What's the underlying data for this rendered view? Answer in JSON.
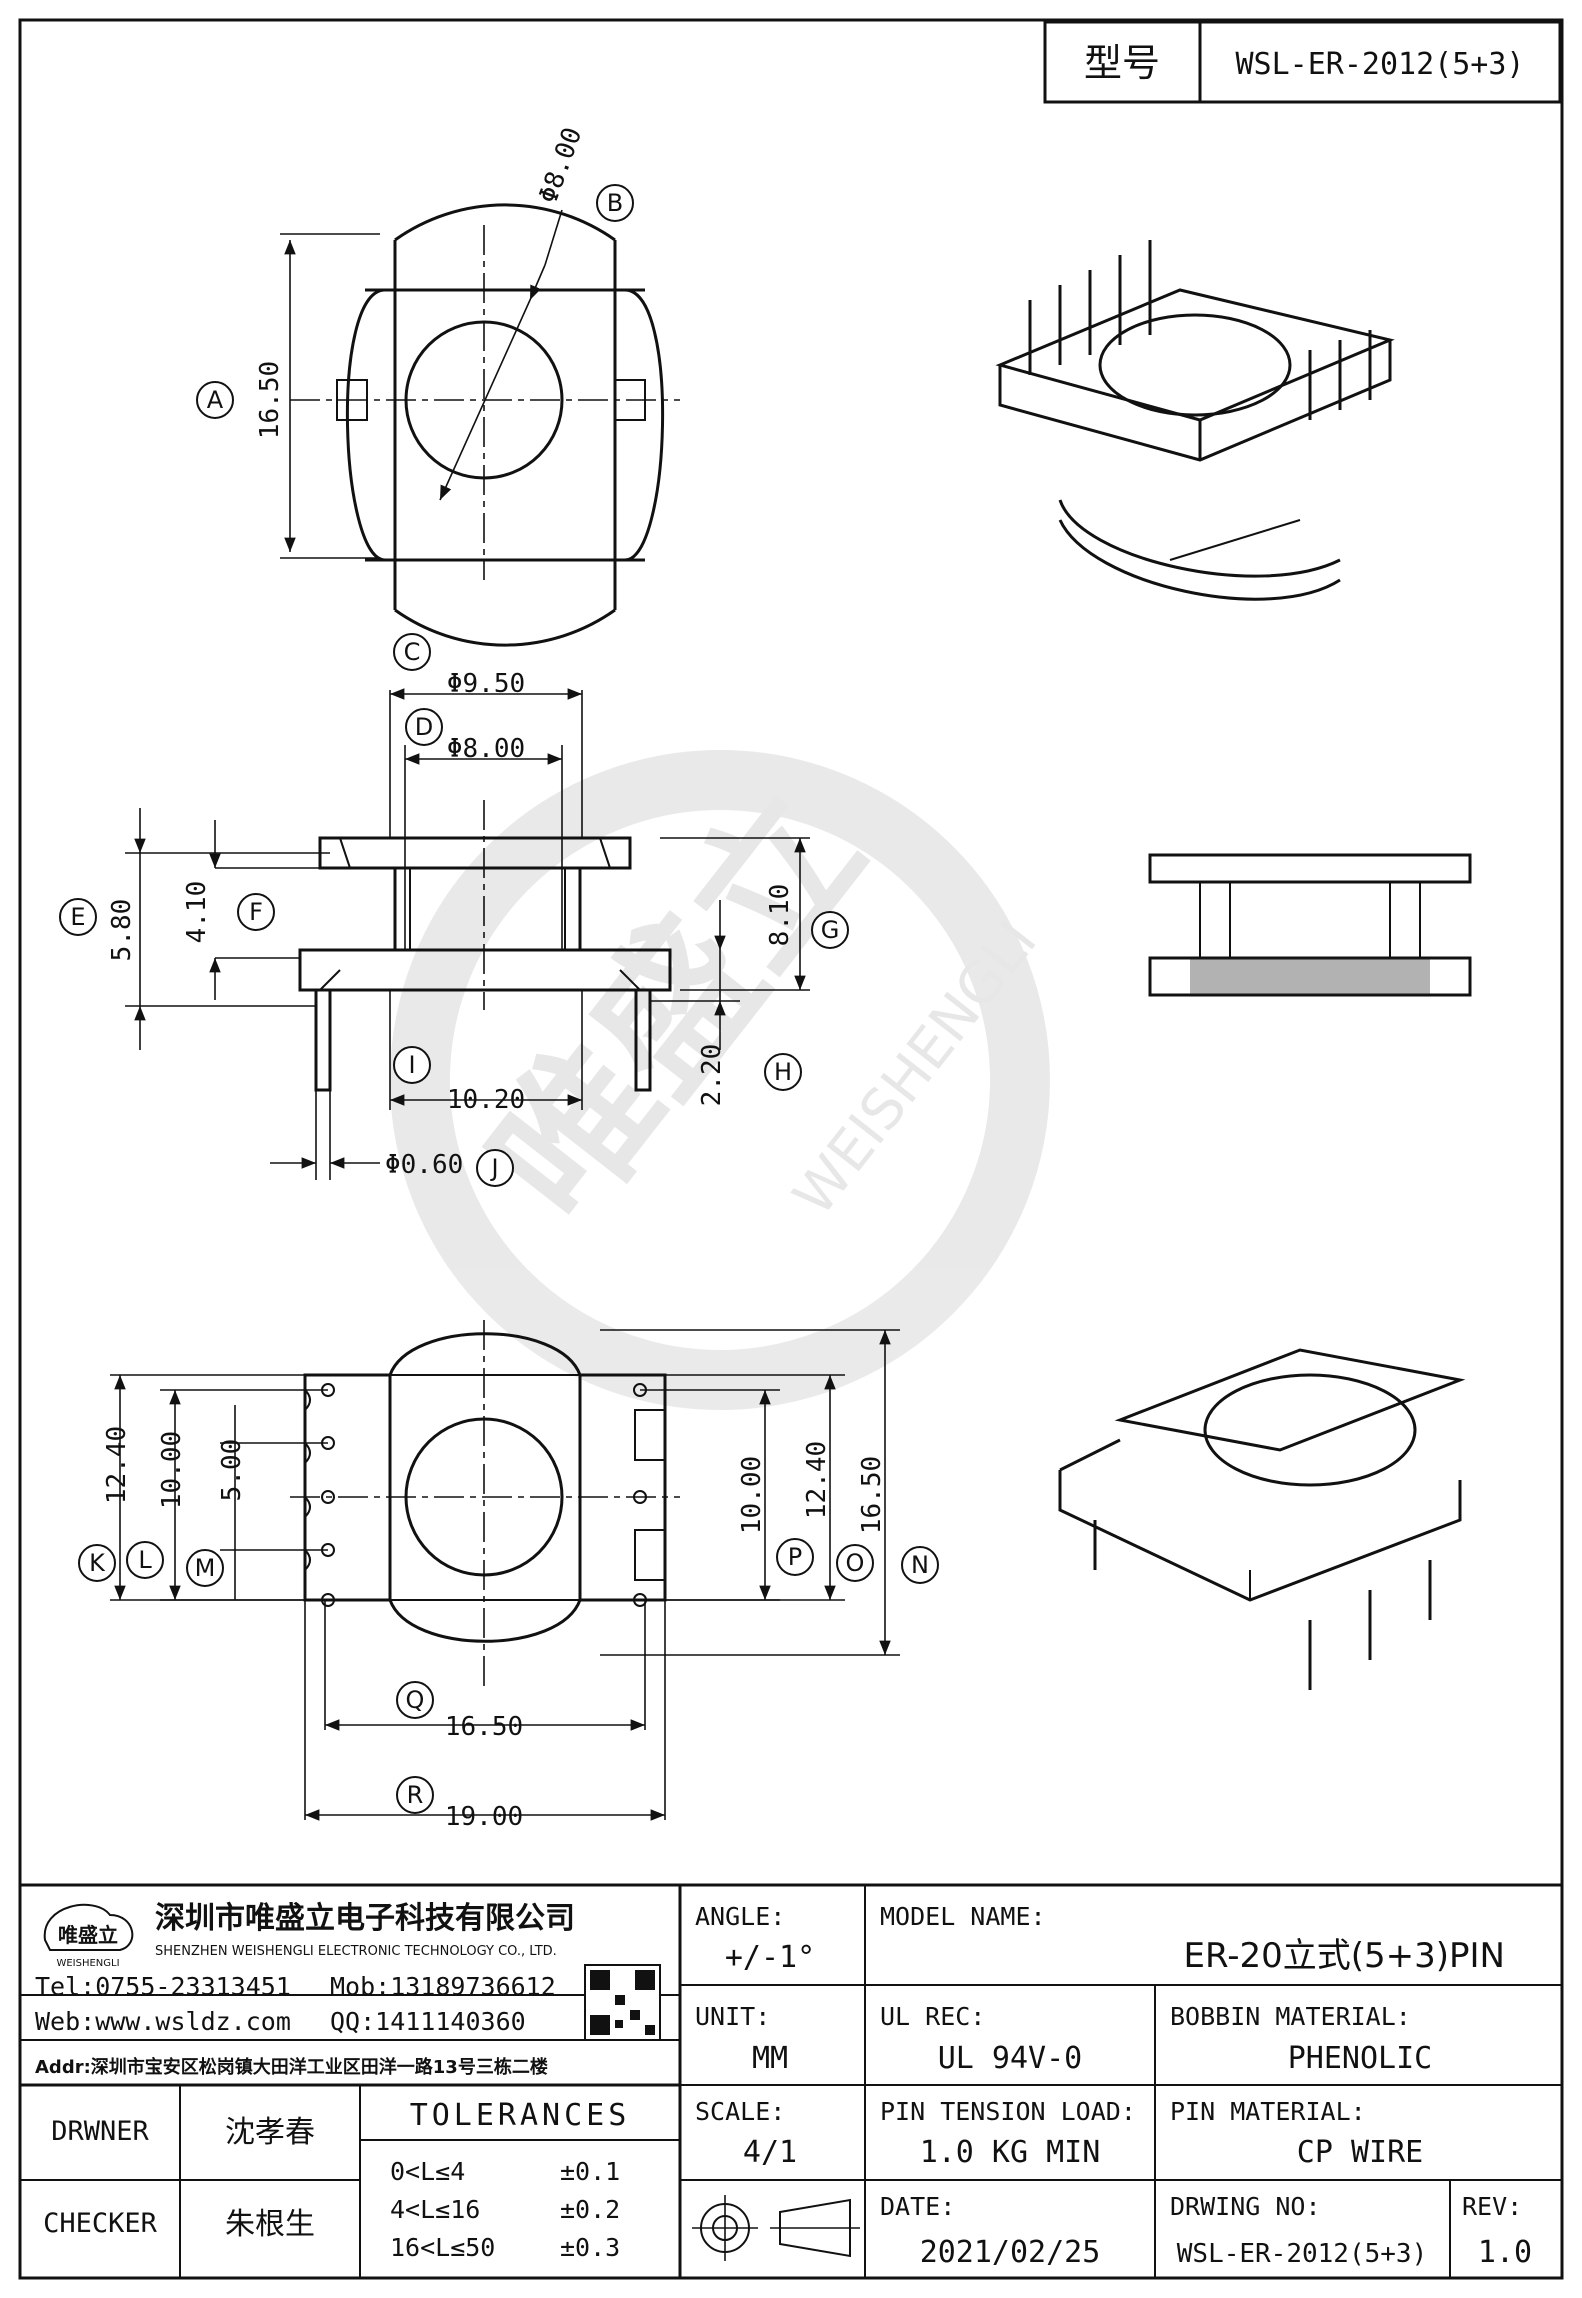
{
  "header": {
    "type_label": "型号",
    "type_value": "WSL-ER-2012(5+3)"
  },
  "watermark": {
    "company": "唯盛立",
    "brand": "WEISHENGLI"
  },
  "dimensions": {
    "A": "16.50",
    "B": "Φ8.00",
    "C": "Φ9.50",
    "D": "Φ8.00",
    "E": "5.80",
    "F": "4.10",
    "G": "8.10",
    "H": "2.20",
    "I": "10.20",
    "J": "Φ0.60",
    "K": "12.40",
    "L": "10.00",
    "M": "5.00",
    "N": "16.50",
    "O": "12.40",
    "P": "10.00",
    "Q": "16.50",
    "R": "19.00"
  },
  "company": {
    "logo_text": "唯盛立",
    "logo_sub": "WEISHENGLI",
    "name_cn": "深圳市唯盛立电子科技有限公司",
    "name_en": "SHENZHEN WEISHENGLI ELECTRONIC TECHNOLOGY CO., LTD.",
    "tel": "Tel:0755-23313451",
    "mob": "Mob:13189736612",
    "web": "Web:www.wsldz.com",
    "qq": "QQ:1411140360",
    "addr": "Addr:深圳市宝安区松岗镇大田洋工业区田洋一路13号三栋二楼"
  },
  "title_block": {
    "angle_label": "ANGLE:",
    "angle_value": "+/-1°",
    "model_label": "MODEL NAME:",
    "model_value": "ER-20立式(5+3)PIN",
    "unit_label": "UNIT:",
    "unit_value": "MM",
    "ul_label": "UL REC:",
    "ul_value": "UL 94V-0",
    "bobbin_label": "BOBBIN MATERIAL:",
    "bobbin_value": "PHENOLIC",
    "scale_label": "SCALE:",
    "scale_value": "4/1",
    "pin_tension_label": "PIN TENSION LOAD:",
    "pin_tension_value": "1.0 KG MIN",
    "pin_material_label": "PIN MATERIAL:",
    "pin_material_value": "CP WIRE",
    "date_label": "DATE:",
    "date_value": "2021/02/25",
    "drawing_no_label": "DRWING NO:",
    "drawing_no_value": "WSL-ER-2012(5+3)",
    "rev_label": "REV:",
    "rev_value": "1.0",
    "drawer_label": "DRWNER",
    "drawer_value": "沈孝春",
    "checker_label": "CHECKER",
    "checker_value": "朱根生",
    "tolerances_label": "TOLERANCES",
    "tolerances": [
      {
        "range": "0<L≤4",
        "tol": "±0.1"
      },
      {
        "range": "4<L≤16",
        "tol": "±0.2"
      },
      {
        "range": "16<L≤50",
        "tol": "±0.3"
      }
    ]
  }
}
